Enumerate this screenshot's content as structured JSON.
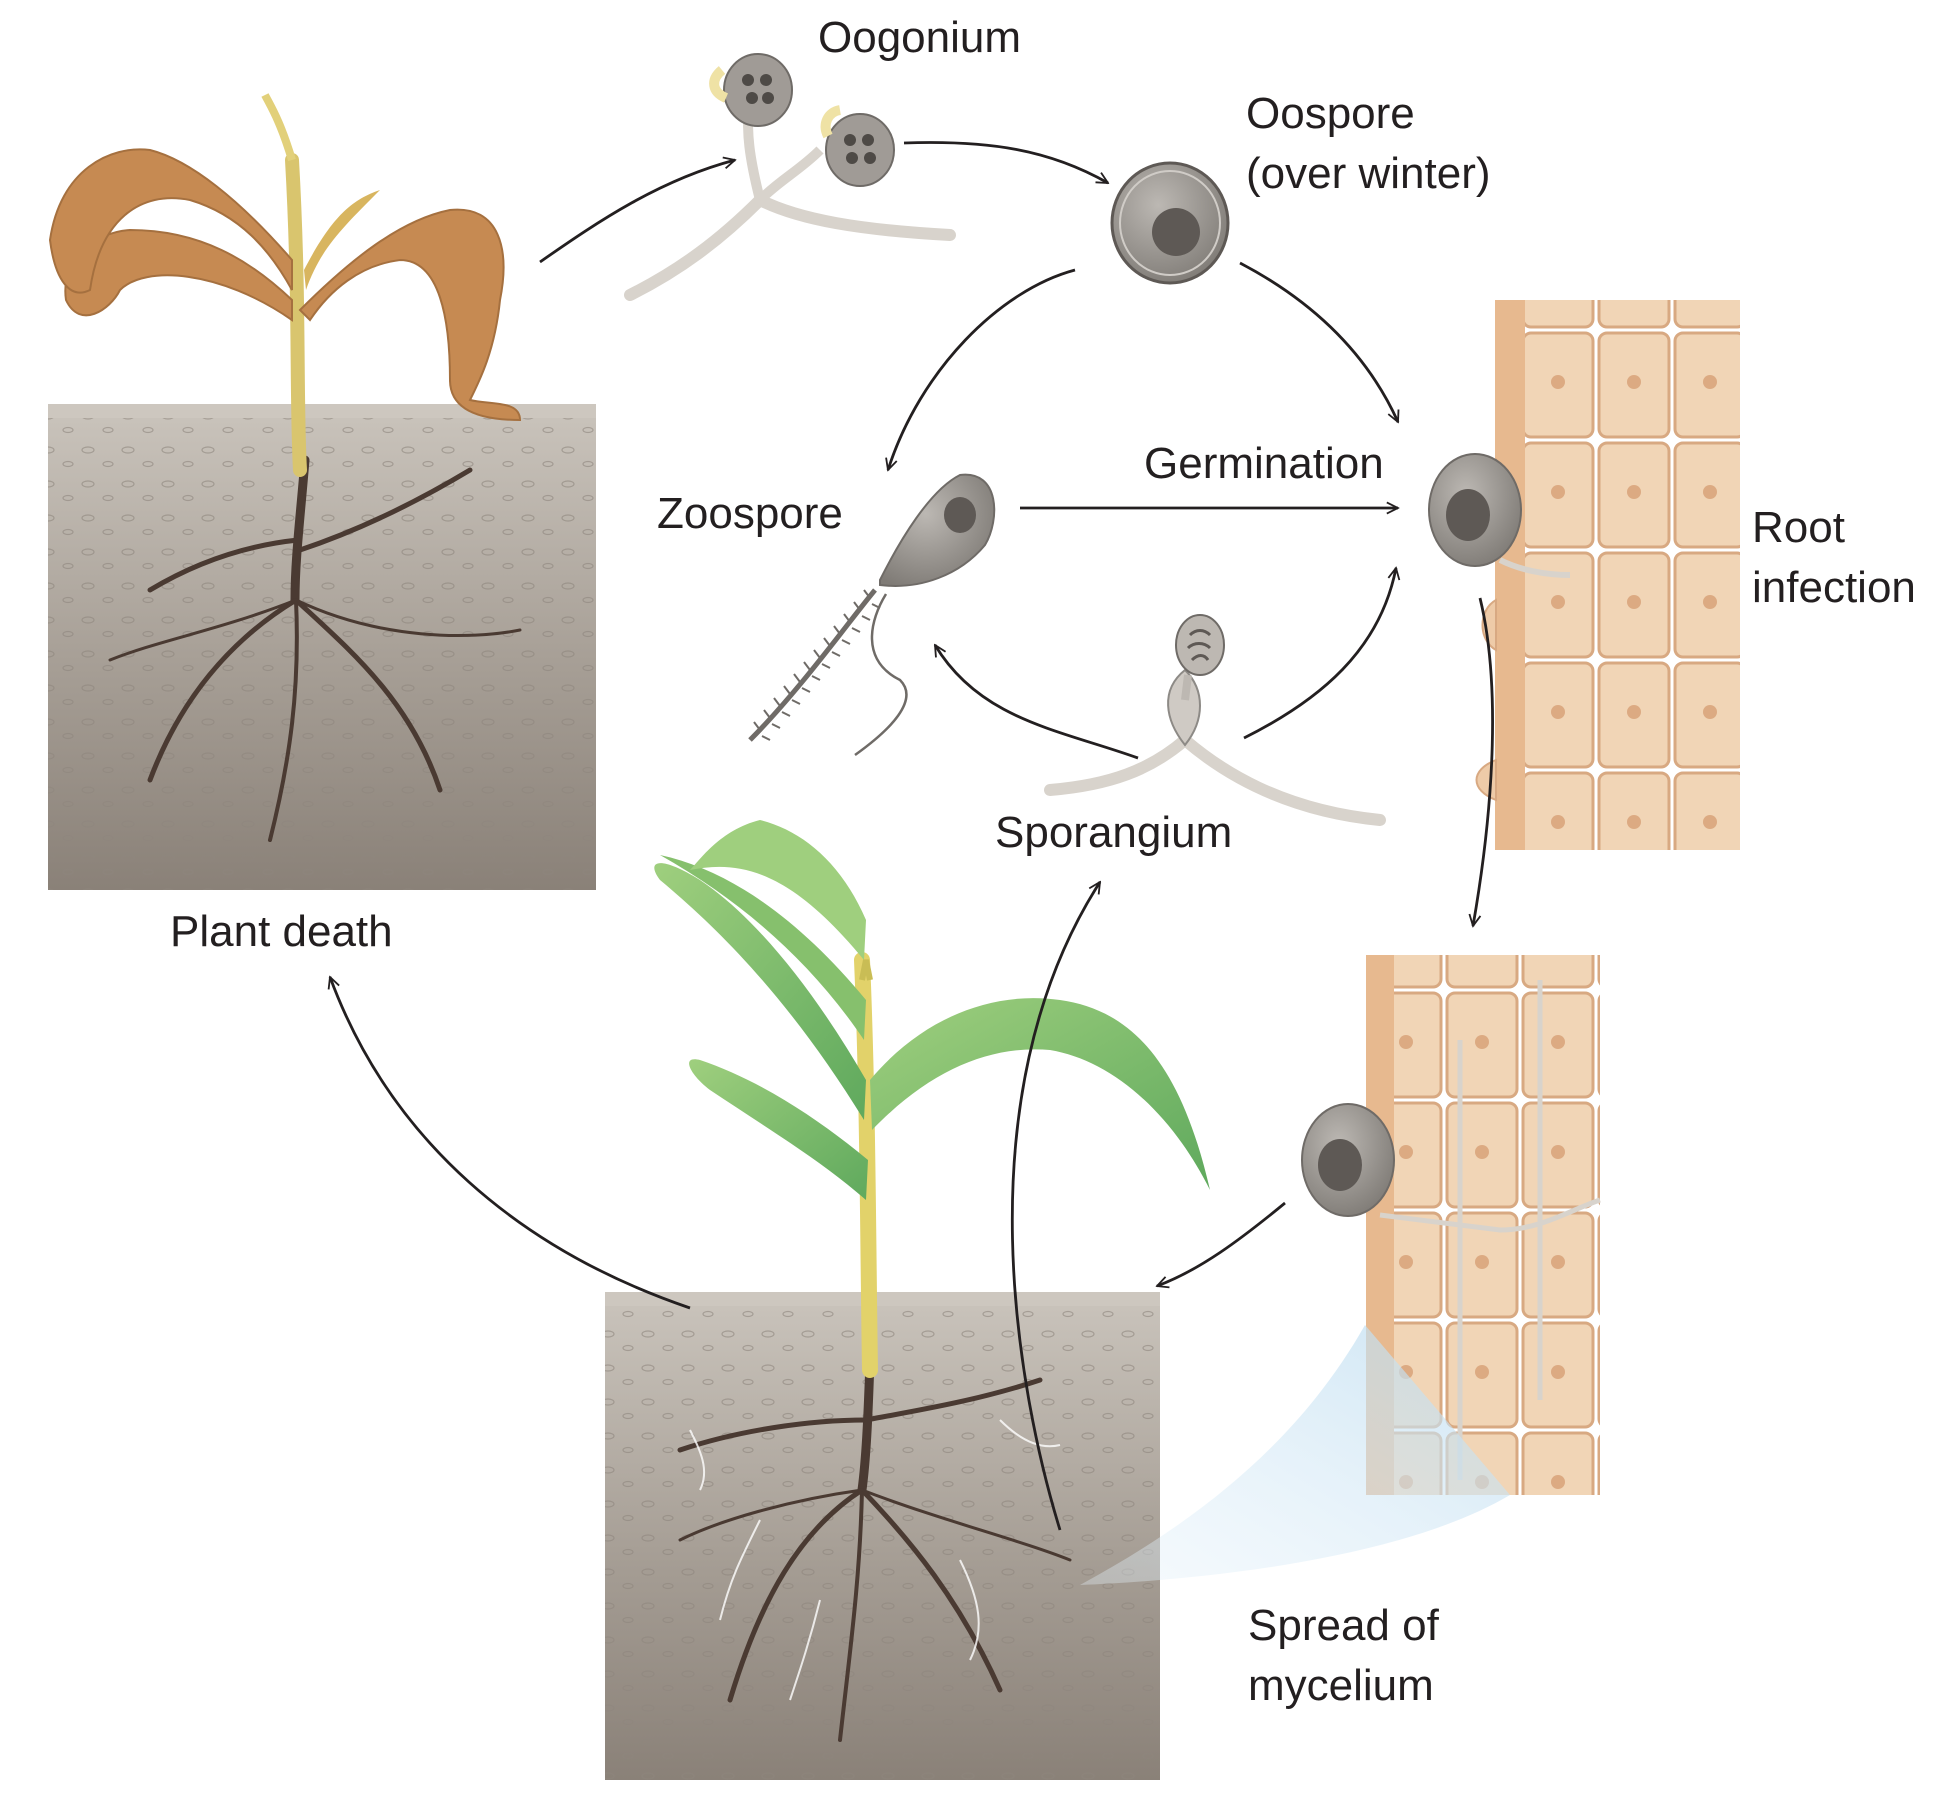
{
  "labels": {
    "oogonium": "Oogonium",
    "oospore_line1": "Oospore",
    "oospore_line2": "(over winter)",
    "germination": "Germination",
    "zoospore": "Zoospore",
    "root_line1": "Root",
    "root_line2": "infection",
    "sporangium": "Sporangium",
    "plant_death": "Plant death",
    "spread_line1": "Spread of",
    "spread_line2": "mycelium"
  },
  "colors": {
    "soil": "#9a928a",
    "dead_leaf": "#c88a4e",
    "healthy_leaf": "#7fb96a",
    "stem": "#e8d98a",
    "root": "#4a3a32",
    "spore": "#8d8a86",
    "cell": "#f0d2b0",
    "cell_border": "#d9a97a",
    "hypha": "#d8d3cc",
    "arrow": "#231f20",
    "highlight": "#cfe6f3"
  }
}
